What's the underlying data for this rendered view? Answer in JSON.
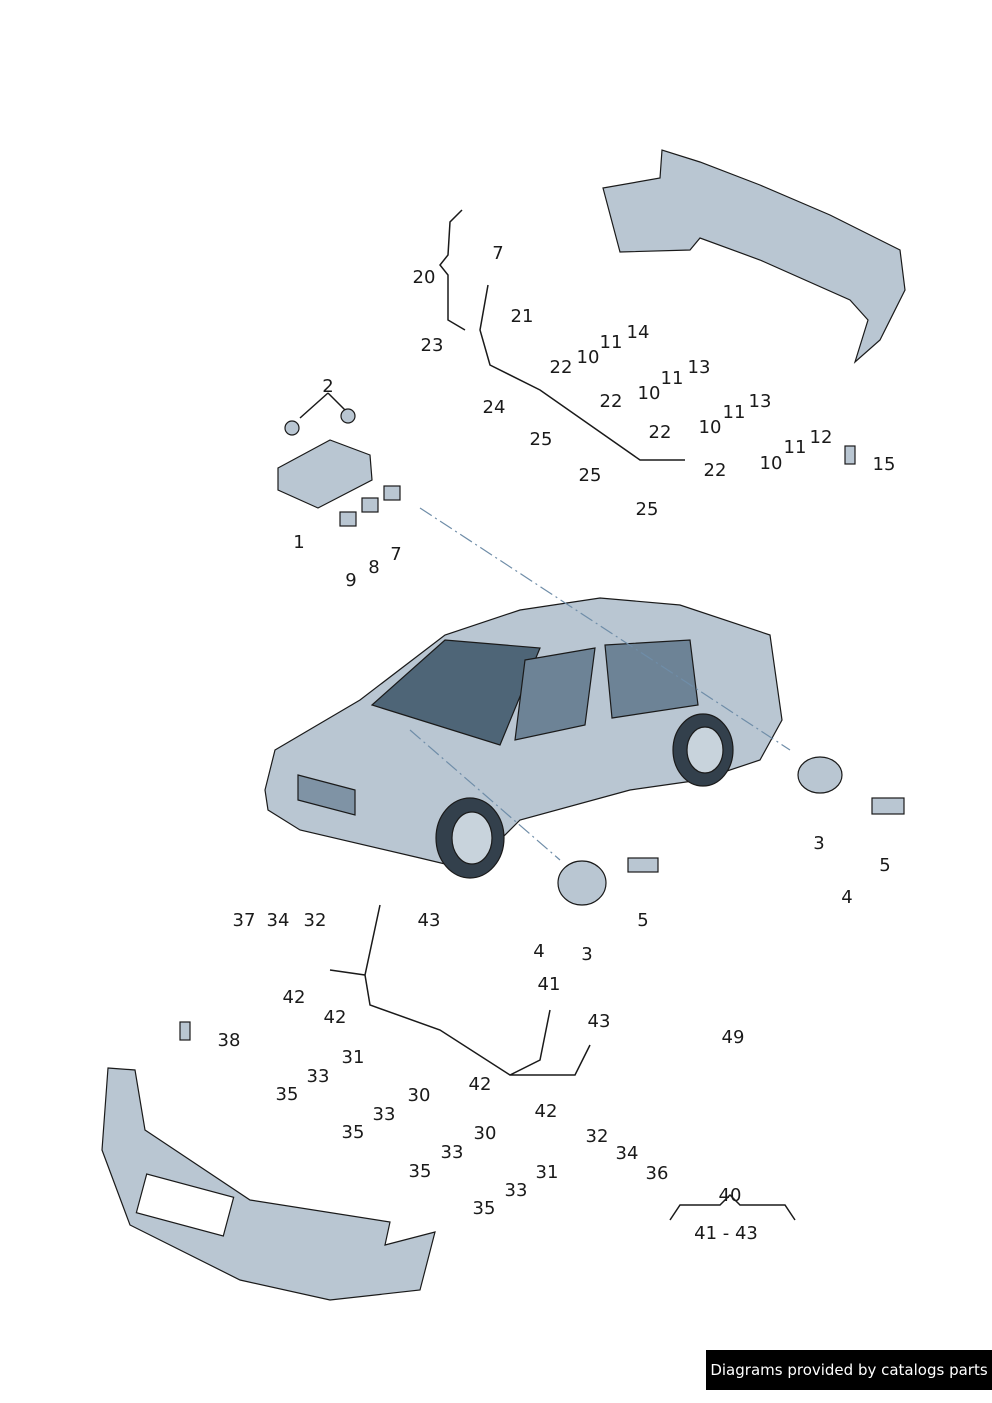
{
  "diagram": {
    "labels": [
      "2",
      "20",
      "7",
      "21",
      "23",
      "14",
      "11",
      "10",
      "22",
      "11",
      "13",
      "10",
      "24",
      "22",
      "11",
      "13",
      "10",
      "25",
      "22",
      "11",
      "12",
      "15",
      "10",
      "22",
      "25",
      "25",
      "1",
      "7",
      "8",
      "9",
      "3",
      "5",
      "4",
      "37",
      "34",
      "32",
      "43",
      "4",
      "3",
      "5",
      "42",
      "41",
      "42",
      "43",
      "49",
      "38",
      "31",
      "33",
      "42",
      "35",
      "30",
      "42",
      "33",
      "35",
      "30",
      "32",
      "34",
      "33",
      "35",
      "31",
      "36",
      "33",
      "40",
      "35",
      "41 - 43"
    ]
  },
  "footer": {
    "text": "Diagrams provided by catalogs parts"
  },
  "colors": {
    "part_fill": "#b9c6d2",
    "part_dark": "#7f93a5",
    "line": "#1a1a1a",
    "dash": "#6f8da8"
  }
}
